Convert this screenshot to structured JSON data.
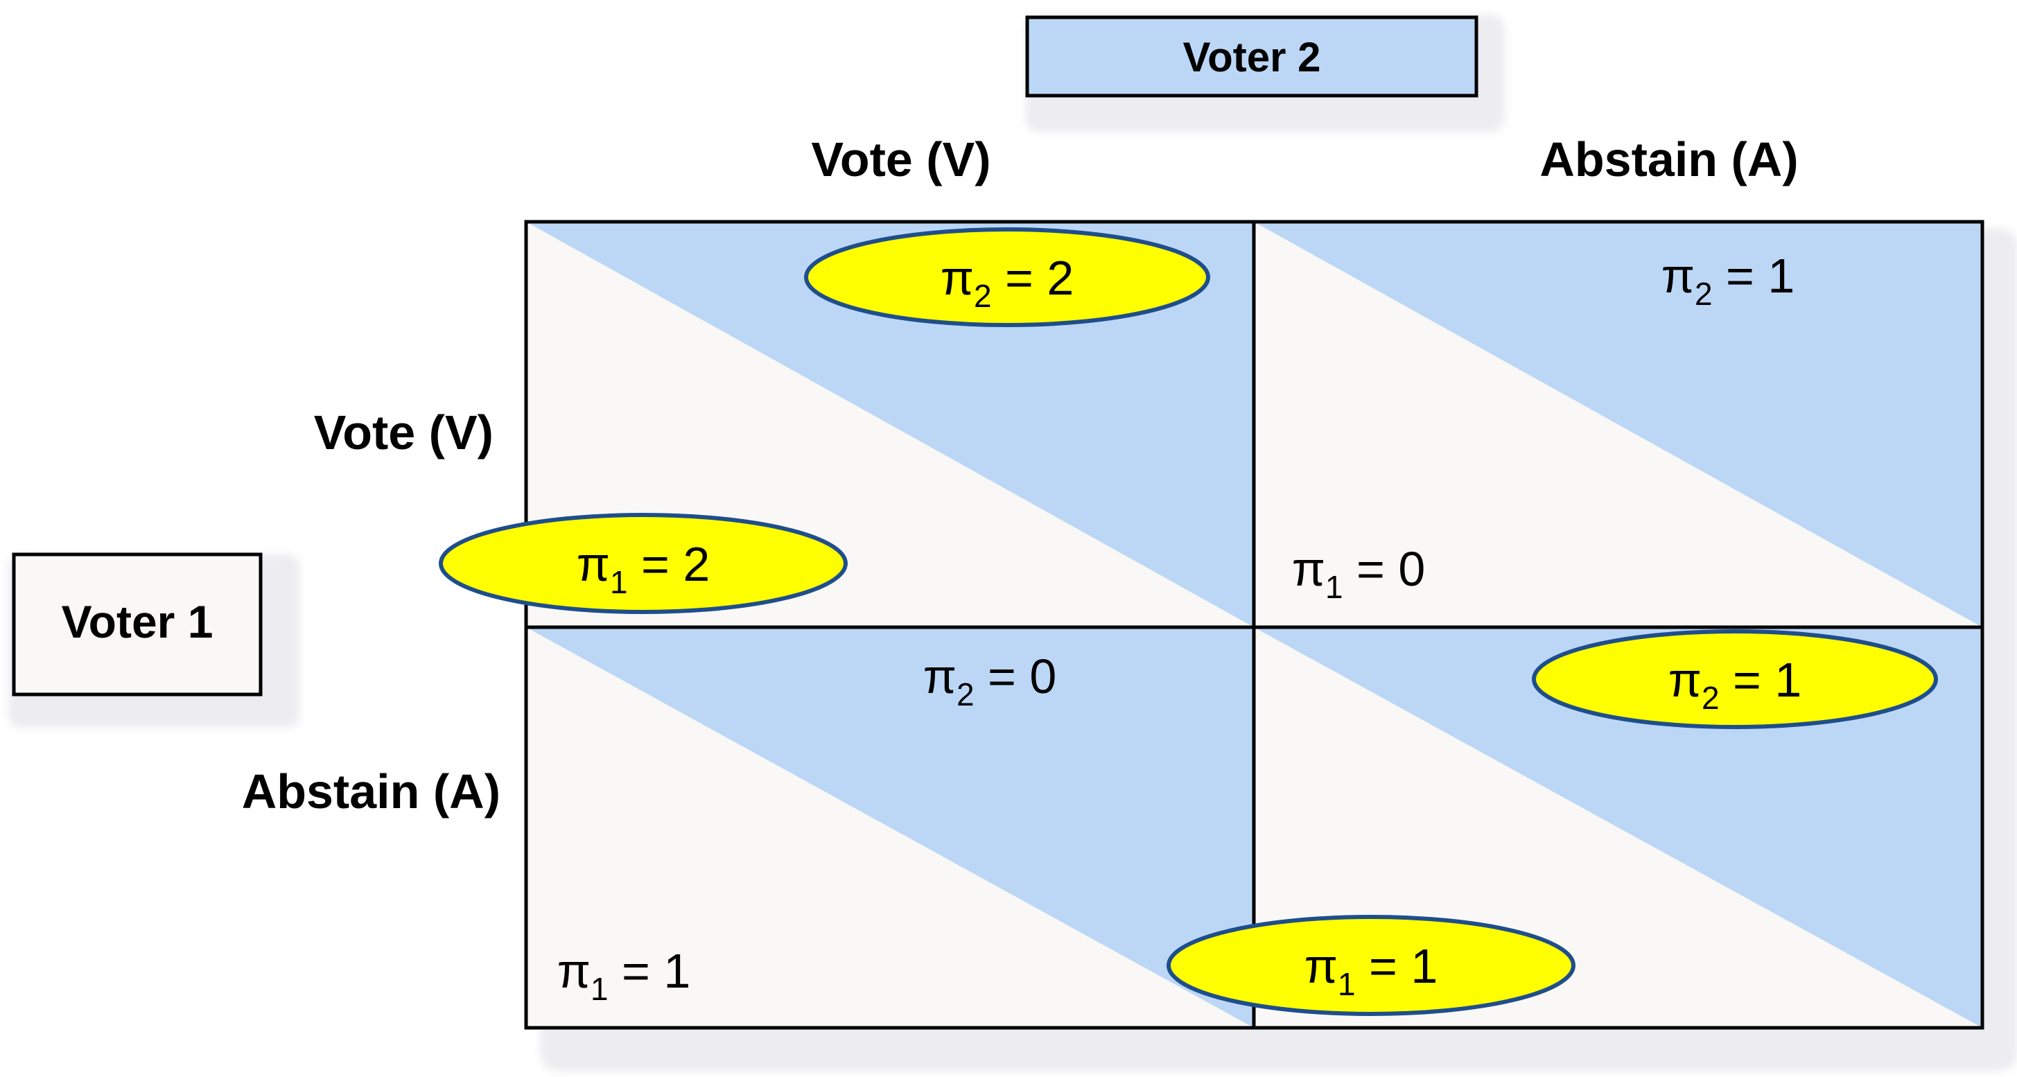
{
  "player2": {
    "label": "Voter 2"
  },
  "player1": {
    "label": "Voter 1"
  },
  "columns": [
    {
      "label": "Vote (V)"
    },
    {
      "label": "Abstain (A)"
    }
  ],
  "rows": [
    {
      "label": "Vote (V)"
    },
    {
      "label": "Abstain (A)"
    }
  ],
  "payoffs": [
    [
      {
        "p1": {
          "sym": "π",
          "sub": "1",
          "rest": " = 2",
          "highlighted": true
        },
        "p2": {
          "sym": "π",
          "sub": "2",
          "rest": " = 2",
          "highlighted": true
        }
      },
      {
        "p1": {
          "sym": "π",
          "sub": "1",
          "rest": " = 0",
          "highlighted": false
        },
        "p2": {
          "sym": "π",
          "sub": "2",
          "rest": " = 1",
          "highlighted": false
        }
      }
    ],
    [
      {
        "p1": {
          "sym": "π",
          "sub": "1",
          "rest": " = 1",
          "highlighted": false
        },
        "p2": {
          "sym": "π",
          "sub": "2",
          "rest": " = 0",
          "highlighted": false
        }
      },
      {
        "p1": {
          "sym": "π",
          "sub": "1",
          "rest": " = 1",
          "highlighted": true
        },
        "p2": {
          "sym": "π",
          "sub": "2",
          "rest": " = 1",
          "highlighted": true
        }
      }
    ]
  ],
  "colors": {
    "cell_light": "#f9f8f6",
    "cell_blue": "#bcd7f6",
    "highlight_fill": "#ffff00",
    "highlight_stroke": "#1f4e8c",
    "shadow": "#eeeef2"
  }
}
